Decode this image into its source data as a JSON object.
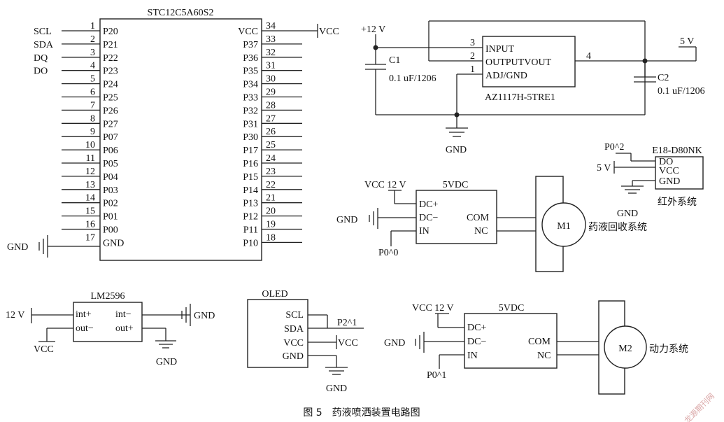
{
  "mcu": {
    "title": "STC12C5A60S2",
    "left_pins": [
      {
        "num": "1",
        "name": "P20",
        "net": "SCL"
      },
      {
        "num": "2",
        "name": "P21",
        "net": "SDA"
      },
      {
        "num": "3",
        "name": "P22",
        "net": "DQ"
      },
      {
        "num": "4",
        "name": "P23",
        "net": "DO"
      },
      {
        "num": "5",
        "name": "P24",
        "net": ""
      },
      {
        "num": "6",
        "name": "P25",
        "net": ""
      },
      {
        "num": "7",
        "name": "P26",
        "net": ""
      },
      {
        "num": "8",
        "name": "P27",
        "net": ""
      },
      {
        "num": "9",
        "name": "P07",
        "net": ""
      },
      {
        "num": "10",
        "name": "P06",
        "net": ""
      },
      {
        "num": "11",
        "name": "P05",
        "net": ""
      },
      {
        "num": "12",
        "name": "P04",
        "net": ""
      },
      {
        "num": "13",
        "name": "P03",
        "net": ""
      },
      {
        "num": "14",
        "name": "P02",
        "net": ""
      },
      {
        "num": "15",
        "name": "P01",
        "net": ""
      },
      {
        "num": "16",
        "name": "P00",
        "net": ""
      },
      {
        "num": "17",
        "name": "GND",
        "net": "GND"
      }
    ],
    "right_pins": [
      {
        "num": "34",
        "name": "VCC",
        "net": "VCC"
      },
      {
        "num": "33",
        "name": "P37",
        "net": ""
      },
      {
        "num": "32",
        "name": "P36",
        "net": ""
      },
      {
        "num": "31",
        "name": "P35",
        "net": ""
      },
      {
        "num": "30",
        "name": "P34",
        "net": ""
      },
      {
        "num": "29",
        "name": "P33",
        "net": ""
      },
      {
        "num": "28",
        "name": "P32",
        "net": ""
      },
      {
        "num": "27",
        "name": "P31",
        "net": ""
      },
      {
        "num": "26",
        "name": "P30",
        "net": ""
      },
      {
        "num": "25",
        "name": "P17",
        "net": ""
      },
      {
        "num": "24",
        "name": "P16",
        "net": ""
      },
      {
        "num": "23",
        "name": "P15",
        "net": ""
      },
      {
        "num": "22",
        "name": "P14",
        "net": ""
      },
      {
        "num": "21",
        "name": "P13",
        "net": ""
      },
      {
        "num": "20",
        "name": "P12",
        "net": ""
      },
      {
        "num": "19",
        "name": "P11",
        "net": ""
      },
      {
        "num": "18",
        "name": "P10",
        "net": ""
      }
    ]
  },
  "regulator": {
    "input_label": "+12 V",
    "output_label": "5 V",
    "part": "AZ1117H-5TRE1",
    "pin_input": "INPUT",
    "pin_output": "OUTPUTVOUT",
    "pin_adj": "ADJ/GND",
    "pin3": "3",
    "pin2": "2",
    "pin1": "1",
    "pin4": "4",
    "c1_name": "C1",
    "c1_value": "0.1 uF/1206",
    "c2_name": "C2",
    "c2_value": "0.1 uF/1206",
    "gnd_label": "GND"
  },
  "ir_sensor": {
    "title": "E18-D80NK",
    "pin_do": "DO",
    "pin_vcc": "VCC",
    "pin_gnd": "GND",
    "net_do": "P0^2",
    "net_vcc": "5 V",
    "gnd_label": "GND",
    "caption": "红外系统"
  },
  "relay1": {
    "title": "5VDC",
    "vcc_label": "VCC 12 V",
    "gnd_label": "GND",
    "pin_dcp": "DC+",
    "pin_dcm": "DC−",
    "pin_in": "IN",
    "pin_com": "COM",
    "pin_nc": "NC",
    "in_net": "P0^0",
    "motor": "M1",
    "caption": "药液回收系统"
  },
  "relay2": {
    "title": "5VDC",
    "vcc_label": "VCC 12 V",
    "gnd_label": "GND",
    "pin_dcp": "DC+",
    "pin_dcm": "DC−",
    "pin_in": "IN",
    "pin_com": "COM",
    "pin_nc": "NC",
    "in_net": "P0^1",
    "motor": "M2",
    "caption": "动力系统"
  },
  "buck": {
    "title": "LM2596",
    "pin_intp": "int+",
    "pin_outm": "out−",
    "pin_intm": "int−",
    "pin_outp": "out+",
    "in_label": "12 V",
    "vcc_label": "VCC",
    "gnd1_label": "GND",
    "gnd2_label": "GND"
  },
  "oled": {
    "title": "OLED",
    "pin_scl": "SCL",
    "pin_sda": "SDA",
    "pin_vcc": "VCC",
    "pin_gnd": "GND",
    "net_p2": "P2^1",
    "net_vcc": "VCC",
    "gnd_label": "GND"
  },
  "caption": "图 5　药液喷洒装置电路图",
  "watermark": "龙源期刊网"
}
